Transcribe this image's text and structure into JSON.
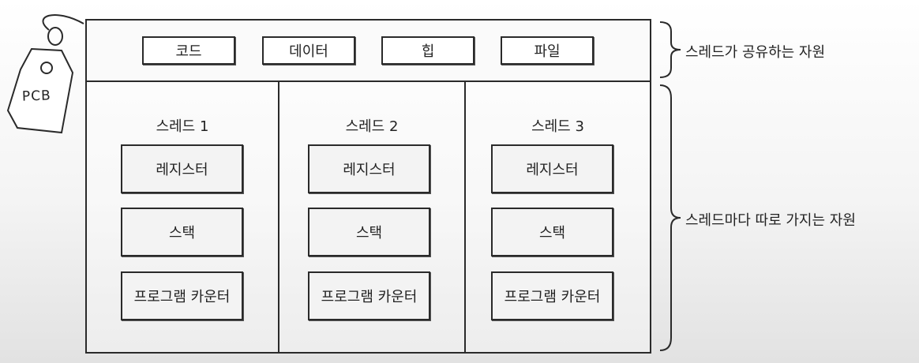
{
  "pcb_label": "PCB",
  "shared_resources": [
    "코드",
    "데이터",
    "힙",
    "파일"
  ],
  "threads": [
    {
      "title": "스레드 1",
      "items": [
        "레지스터",
        "스택",
        "프로그램 카운터"
      ]
    },
    {
      "title": "스레드 2",
      "items": [
        "레지스터",
        "스택",
        "프로그램 카운터"
      ]
    },
    {
      "title": "스레드 3",
      "items": [
        "레지스터",
        "스택",
        "프로그램 카운터"
      ]
    }
  ],
  "annotations": {
    "shared": "스레드가 공유하는 자원",
    "per_thread": "스레드마다 따로 가지는 자원"
  },
  "colors": {
    "line": "#2a2a2a",
    "box_fill": "#f3f3f3"
  }
}
